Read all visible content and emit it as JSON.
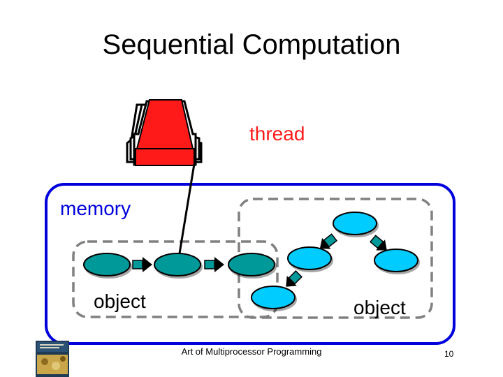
{
  "slide": {
    "title": "Sequential Computation",
    "labels": {
      "thread": "thread",
      "memory": "memory",
      "object_left": "object",
      "object_right": "object"
    },
    "footer": "Art of Multiprocessor Programming",
    "page_number": "10"
  },
  "colors": {
    "thread_red": "#ff1a1a",
    "memory_border": "#0000dd",
    "object_border": "#808080",
    "linked_node": "#009999",
    "tree_node": "#00ccff",
    "arrow": "#009999"
  },
  "icons": {
    "book_cover": "book-cover-icon"
  }
}
